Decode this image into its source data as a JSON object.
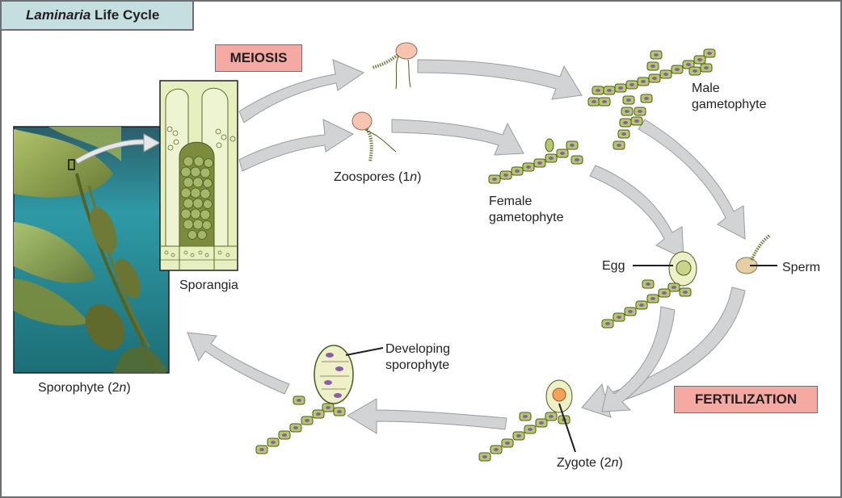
{
  "title": {
    "italic": "Laminaria",
    "rest": " Life Cycle"
  },
  "stages": {
    "meiosis": "MEIOSIS",
    "fertilization": "FERTILIZATION"
  },
  "labels": {
    "zoospores_a": "Zoospores (1",
    "zoospores_b": "n",
    "zoospores_c": ")",
    "male_1": "Male",
    "male_2": "gametophyte",
    "female_1": "Female",
    "female_2": "gametophyte",
    "sporangia": "Sporangia",
    "egg": "Egg",
    "sperm": "Sperm",
    "developing_1": "Developing",
    "developing_2": "sporophyte",
    "zygote_a": "Zygote (2",
    "zygote_b": "n",
    "zygote_c": ")",
    "sporophyte_a": "Sporophyte (2",
    "sporophyte_b": "n",
    "sporophyte_c": ")"
  },
  "colors": {
    "border": "#6d6e71",
    "title_bg": "#c5dfe0",
    "badge_bg": "#f4a9a2",
    "arrow_fill": "#d1d3d4",
    "cell_green": "#b5c96a",
    "nucleus_purple": "#8a5fa8",
    "sporangia_fill": "#e6efc0"
  }
}
